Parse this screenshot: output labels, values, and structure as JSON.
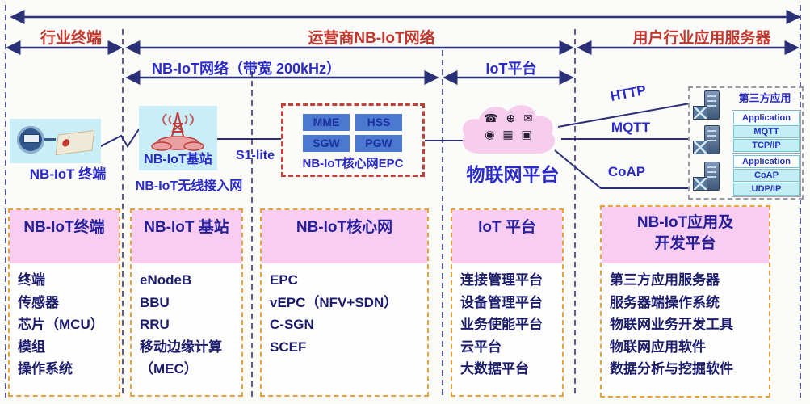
{
  "banner": {
    "segment1": "行业终端",
    "segment2": "运营商NB-IoT网络",
    "segment3": "用户行业应用服务器",
    "sub1": "NB-IoT网络（带宽 200kHz）",
    "sub2": "IoT平台"
  },
  "middle": {
    "terminal_label": "NB-IoT 终端",
    "station_label": "NB-IoT基站",
    "ran_label": "NB-IoT无线接入网",
    "link_label": "S1-lite",
    "epc_cells": [
      "MME",
      "HSS",
      "SGW",
      "PGW"
    ],
    "epc_label": "NB-IoT核心网EPC",
    "cloud_label": "物联网平台",
    "cloud_icons": [
      "☎",
      "⊕",
      "✉",
      "◉",
      "▦",
      "▣"
    ],
    "protocols": [
      "HTTP",
      "MQTT",
      "CoAP"
    ],
    "third_party_title": "第三方应用",
    "stack1": [
      "Application",
      "MQTT",
      "TCP/IP"
    ],
    "stack2": [
      "Application",
      "CoAP",
      "UDP/IP"
    ]
  },
  "columns": [
    {
      "title": "NB-IoT终端",
      "items": [
        "终端",
        "传感器",
        "芯片（MCU）",
        "模组",
        "操作系统"
      ]
    },
    {
      "title": "NB-IoT 基站",
      "items": [
        "eNodeB",
        "BBU",
        "RRU",
        "移动边缘计算\n（MEC）"
      ]
    },
    {
      "title": "NB-IoT核心网",
      "items": [
        "EPC",
        "vEPC（NFV+SDN）",
        "C-SGN",
        "SCEF"
      ]
    },
    {
      "title": "IoT 平台",
      "items": [
        "连接管理平台",
        "设备管理平台",
        "业务使能平台",
        "云平台",
        "大数据平台"
      ]
    },
    {
      "title": "NB-IoT应用及\n开发平台",
      "items": [
        "第三方应用服务器",
        "服务器端操作系统",
        "物联网业务开发工具",
        "物联网应用软件",
        "数据分析与挖掘软件"
      ]
    }
  ],
  "colors": {
    "red_label": "#c2362c",
    "blue_label": "#2a2ac8",
    "navy_line": "#2b3178",
    "pink_header": "#f9cdf1",
    "cyan_box": "#c9eef7",
    "orange_dash": "#e8a23c",
    "epc_dash": "#bf4138",
    "epc_cell": "#4a79cf",
    "cloud_pink": "#f7cdee"
  }
}
